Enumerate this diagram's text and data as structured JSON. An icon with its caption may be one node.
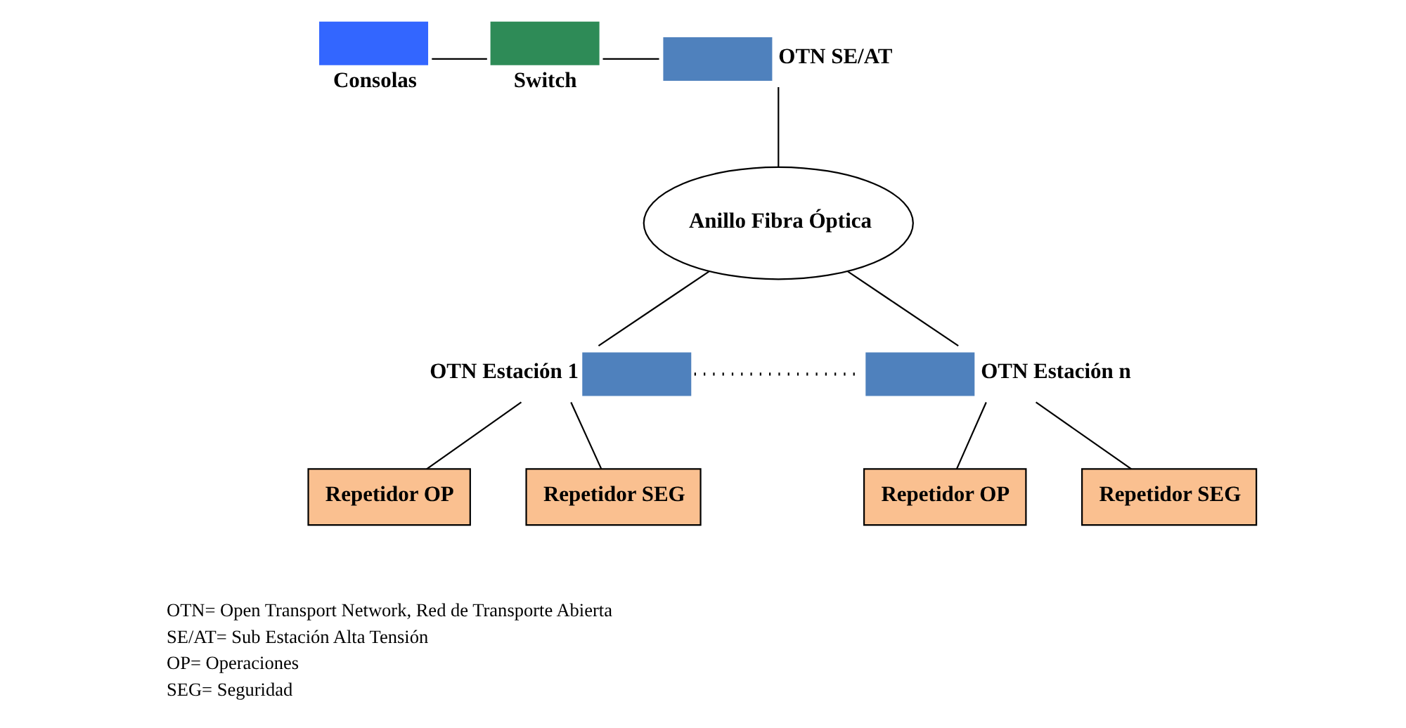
{
  "diagram": {
    "nodes": [
      {
        "text": [
          "Consolas"
        ]
      },
      {
        "text": [
          "Switch"
        ]
      },
      {
        "text": [
          "OTN SE/AT"
        ]
      },
      {
        "text": [
          "Anillo Fibra Óptica"
        ]
      },
      {
        "text": [
          "OTN Estación 1"
        ]
      },
      {
        "text": [
          "OTN Estación n"
        ]
      },
      {
        "text": [
          "Repetidor OP"
        ]
      },
      {
        "text": [
          "Repetidor SEG"
        ]
      },
      {
        "text": [
          "Repetidor OP"
        ]
      },
      {
        "text": [
          "Repetidor SEG"
        ]
      }
    ],
    "edges": [
      {
        "from": 0,
        "to": 1,
        "arrow": "none"
      },
      {
        "from": 1,
        "to": 2,
        "arrow": "none"
      },
      {
        "from": 2,
        "to": 3,
        "arrow": "none"
      },
      {
        "from": 3,
        "to": 4,
        "arrow": "none"
      },
      {
        "from": 3,
        "to": 5,
        "arrow": "none"
      },
      {
        "from": 4,
        "to": 5,
        "arrow": "none",
        "style": "dashed"
      },
      {
        "from": 4,
        "to": 6,
        "arrow": "none"
      },
      {
        "from": 4,
        "to": 7,
        "arrow": "none"
      },
      {
        "from": 5,
        "to": 8,
        "arrow": "none"
      },
      {
        "from": 5,
        "to": 9,
        "arrow": "none"
      }
    ],
    "labels": [
      "OTN= Open Transport Network, Red de Transporte Abierta",
      "SE/AT= Sub Estación Alta Tensión",
      "OP= Operaciones",
      "SEG= Seguridad"
    ]
  }
}
